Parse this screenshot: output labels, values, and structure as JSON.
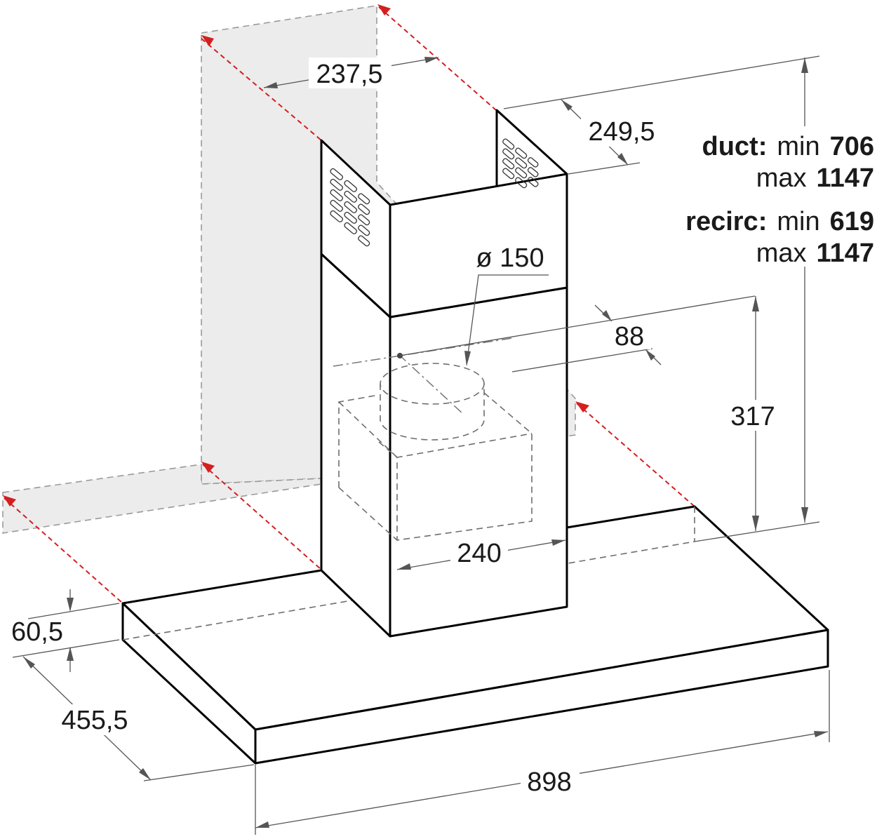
{
  "dimensions": {
    "top_width": "237,5",
    "top_depth": "249,5",
    "duct_diameter": "ø 150",
    "duct_offset": "88",
    "duct_height": "317",
    "chimney_width": "240",
    "hood_thickness": "60,5",
    "hood_depth": "455,5",
    "hood_width": "898"
  },
  "height_specs": {
    "duct": {
      "label": "duct:",
      "min_word": "min",
      "min": "706",
      "max_word": "max",
      "max": "1147"
    },
    "recirc": {
      "label": "recirc:",
      "min_word": "min",
      "min": "619",
      "max_word": "max",
      "max": "1147"
    }
  },
  "colors": {
    "outline": "#000000",
    "dimension_line": "#555555",
    "wall_fill": "#ececec",
    "wall_marker": "#d41f1f"
  }
}
